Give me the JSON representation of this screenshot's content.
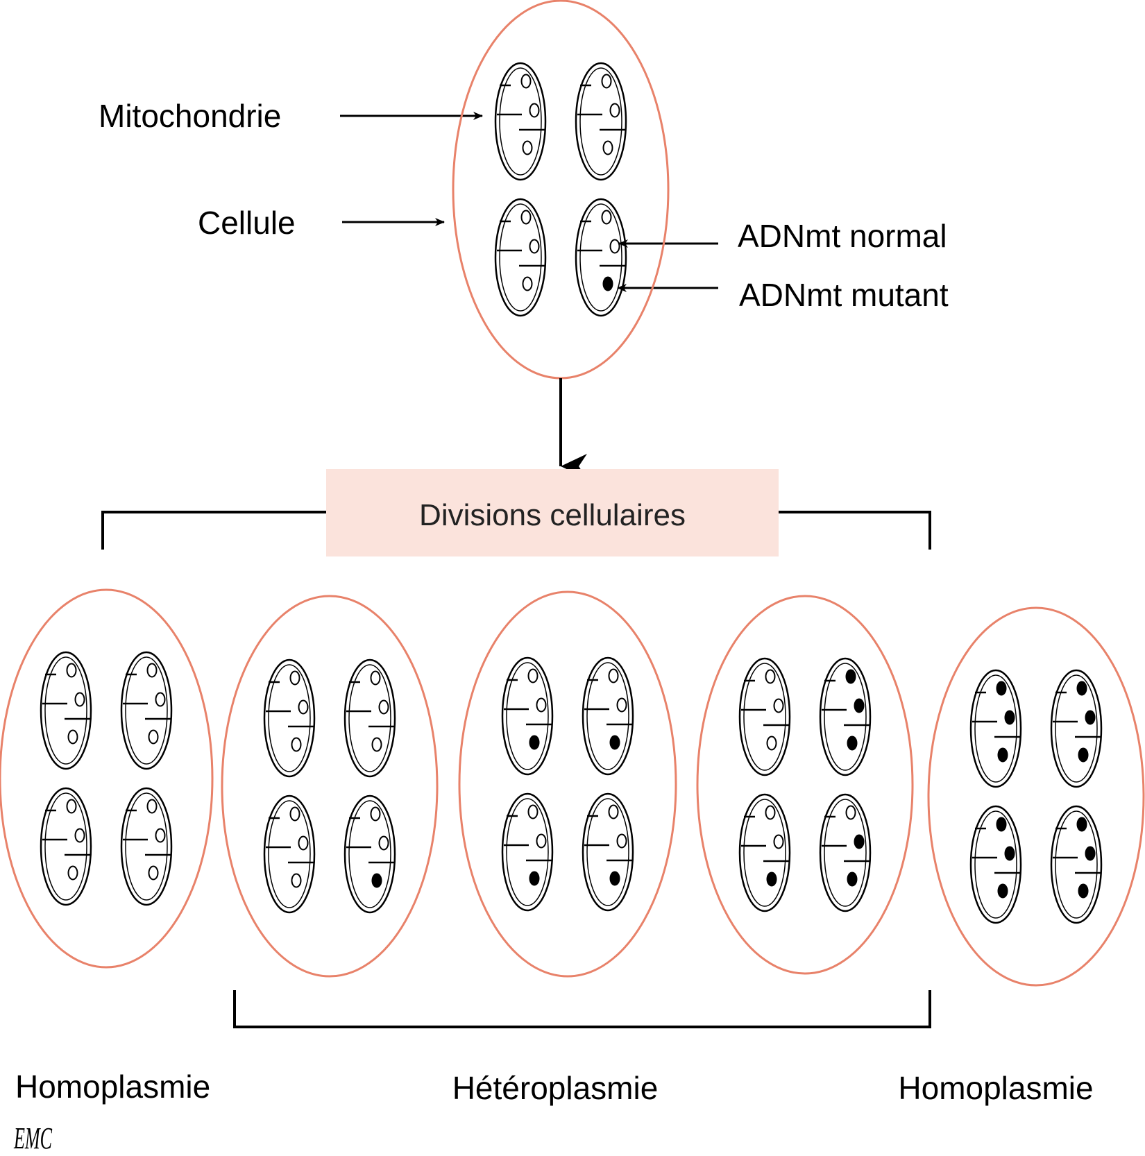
{
  "labels": {
    "mitochondrie": "Mitochondrie",
    "cellule": "Cellule",
    "adn_normal": "ADNmt normal",
    "adn_mutant": "ADNmt mutant"
  },
  "box": {
    "text": "Divisions cellulaires",
    "fill": "#fbe3dc"
  },
  "captions": {
    "left": "Homoplasmie",
    "middle": "Hétéroplasmie",
    "right": "Homoplasmie"
  },
  "logo": "EMC",
  "colors": {
    "cell_outline": "#e8826a",
    "ink": "#000000"
  },
  "source_cell": {
    "mutant_counts": [
      0,
      0,
      0,
      1
    ]
  },
  "daughter_cells": [
    {
      "mutant_counts": [
        0,
        0,
        0,
        0
      ]
    },
    {
      "mutant_counts": [
        0,
        0,
        0,
        1
      ]
    },
    {
      "mutant_counts": [
        1,
        1,
        1,
        1
      ]
    },
    {
      "mutant_counts": [
        0,
        3,
        1,
        2
      ]
    },
    {
      "mutant_counts": [
        3,
        3,
        3,
        3
      ]
    }
  ]
}
